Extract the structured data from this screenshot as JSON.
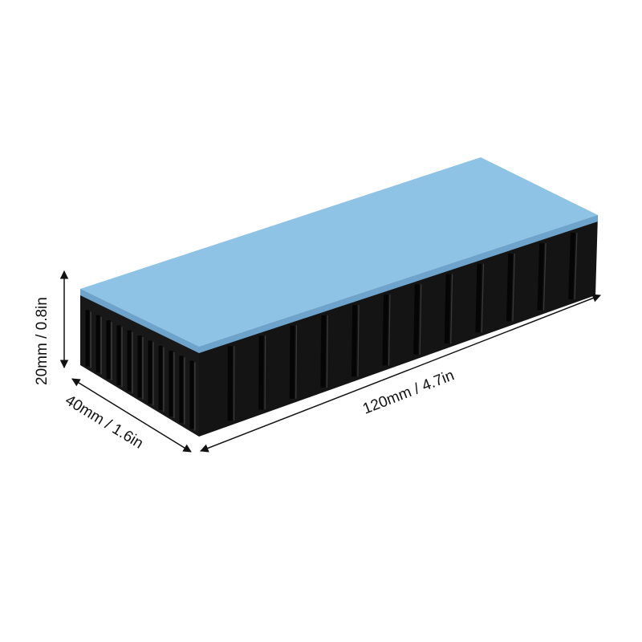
{
  "product": {
    "name_icon": "heatsink-with-thermal-pad",
    "colors": {
      "body": "#151515",
      "fin_gap": "#050505",
      "fin_highlight": "#3a3a3a",
      "pad_top": "#8ec3e6",
      "pad_edge": "#7bb2d9",
      "dimension_line": "#111111"
    }
  },
  "dimensions": {
    "length": "120mm / 4.7in",
    "width": "40mm / 1.6in",
    "height": "20mm / 0.8in"
  }
}
